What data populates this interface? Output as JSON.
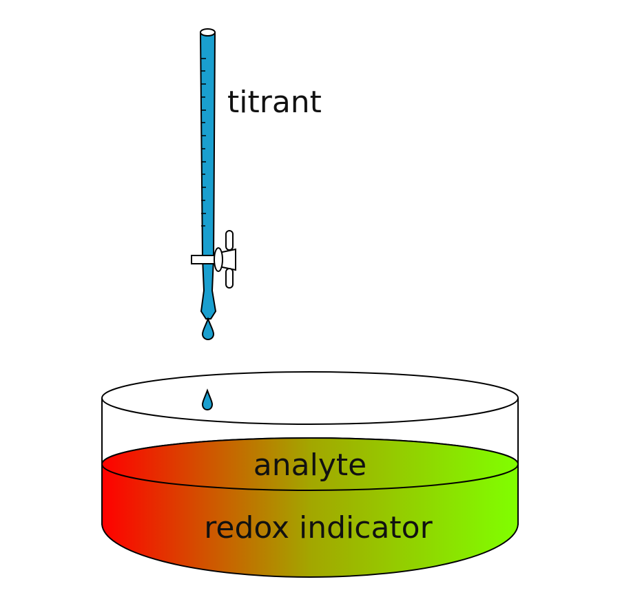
{
  "labels": {
    "titrant": "titrant",
    "analyte": "analyte",
    "indicator": "redox indicator"
  },
  "colors": {
    "background": "#ffffff",
    "titrant_fill": "#1a9fcf",
    "outline": "#000000",
    "gradient_left": "#ff0000",
    "gradient_mid": "#a3a600",
    "gradient_right": "#80ff00"
  }
}
